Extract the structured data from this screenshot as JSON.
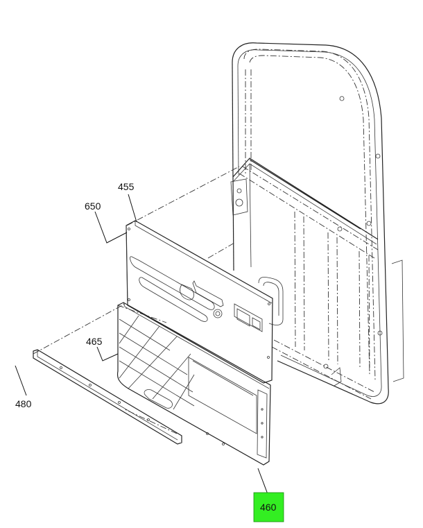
{
  "diagram": {
    "callouts": [
      {
        "id": "455",
        "label": "455",
        "highlighted": false
      },
      {
        "id": "650",
        "label": "650",
        "highlighted": false
      },
      {
        "id": "465",
        "label": "465",
        "highlighted": false
      },
      {
        "id": "480",
        "label": "480",
        "highlighted": false
      },
      {
        "id": "460",
        "label": "460",
        "highlighted": true
      }
    ],
    "highlight_color": "#33ee22"
  }
}
